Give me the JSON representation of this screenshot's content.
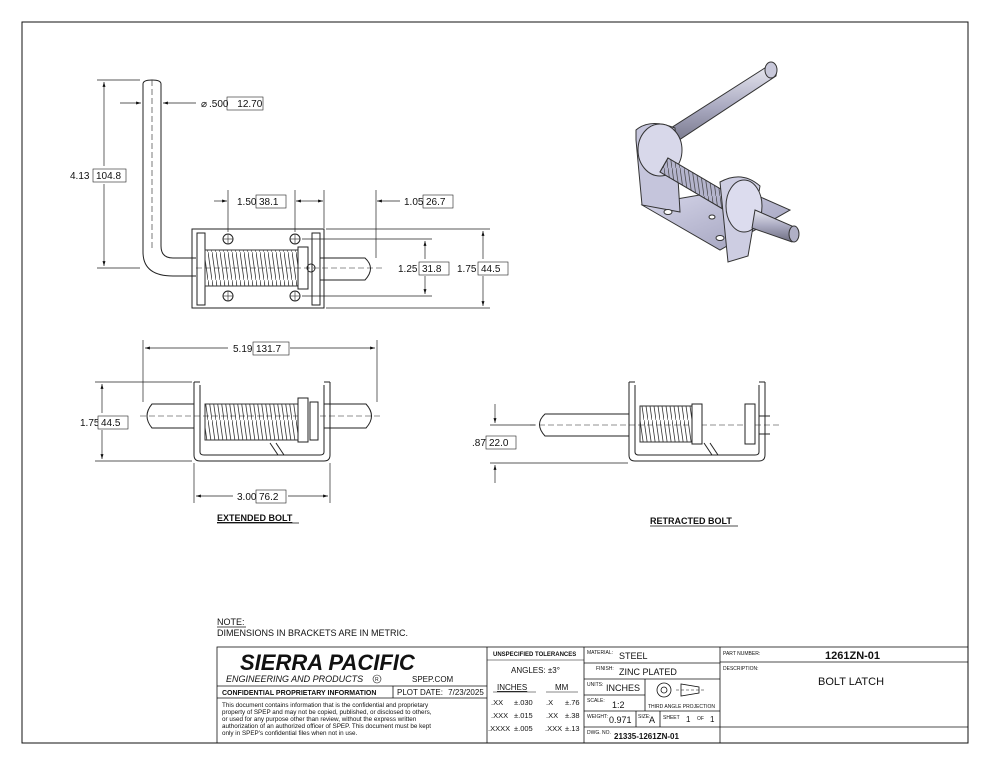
{
  "dimensions": {
    "pin_diameter": ".500",
    "pin_diameter_mm": "12.70",
    "overall_height": "4.13",
    "overall_height_mm": "104.8",
    "hole_spacing": "1.50",
    "hole_spacing_mm": "38.1",
    "bolt_overhang": "1.05",
    "bolt_overhang_mm": "26.7",
    "hole_vertical": "1.25",
    "hole_vertical_mm": "31.8",
    "plate_width": "1.75",
    "plate_width_mm": "44.5",
    "extended_length": "5.19",
    "extended_length_mm": "131.7",
    "side_height": "1.75",
    "side_height_mm": "44.5",
    "base_length": "3.00",
    "base_length_mm": "76.2",
    "retract_travel": ".87",
    "retract_travel_mm": "22.0"
  },
  "views": {
    "extended_label": "EXTENDED BOLT",
    "retracted_label": "RETRACTED BOLT"
  },
  "note": {
    "heading": "NOTE:",
    "text": "DIMENSIONS IN BRACKETS ARE IN METRIC."
  },
  "title_block": {
    "company": "SIERRA PACIFIC",
    "company_sub": "ENGINEERING AND PRODUCTS",
    "registered": "R",
    "website": "SPEP.COM",
    "confidential_heading": "CONFIDENTIAL PROPRIETARY INFORMATION",
    "plot_date_label": "PLOT DATE:",
    "plot_date": "7/23/2025",
    "confidential_lines": [
      "This document contains information that is the confidential and proprietary",
      "property of SPEP and may not be copied, published, or disclosed to others,",
      "or used for any purpose  other than review, without the express written",
      "authorization of an authorized officer of SPEP. This document must be kept",
      "only in SPEP's confidential files when not in use."
    ],
    "tolerances": {
      "heading": "UNSPECIFIED TOLERANCES",
      "angles": "ANGLES: ±3°",
      "inches_heading": "INCHES",
      "mm_heading": "MM",
      "rows": [
        {
          "in_fmt": ".XX",
          "in_tol": "±.030",
          "mm_fmt": ".X",
          "mm_tol": "±.76"
        },
        {
          "in_fmt": ".XXX",
          "in_tol": "±.015",
          "mm_fmt": ".XX",
          "mm_tol": "±.38"
        },
        {
          "in_fmt": ".XXXX",
          "in_tol": "±.005",
          "mm_fmt": ".XXX",
          "mm_tol": "±.13"
        }
      ]
    },
    "material_label": "MATERIAL:",
    "material": "STEEL",
    "finish_label": "FINISH:",
    "finish": "ZINC PLATED",
    "units_label": "UNITS:",
    "units": "INCHES",
    "scale_label": "SCALE:",
    "scale": "1:2",
    "projection": "THIRD ANGLE PROJECTION",
    "weight_label": "WEIGHT:",
    "weight": "0.971",
    "size_label": "SIZE:",
    "size": "A",
    "sheet_label": "SHEET",
    "sheet": "1",
    "of_label": "OF",
    "sheet_total": "1",
    "dwg_label": "DWG. NO.",
    "dwg_no": "21335-1261ZN-01",
    "part_number_label": "PART NUMBER:",
    "part_number": "1261ZN-01",
    "description_label": "DESCRIPTION:",
    "description": "BOLT LATCH"
  }
}
